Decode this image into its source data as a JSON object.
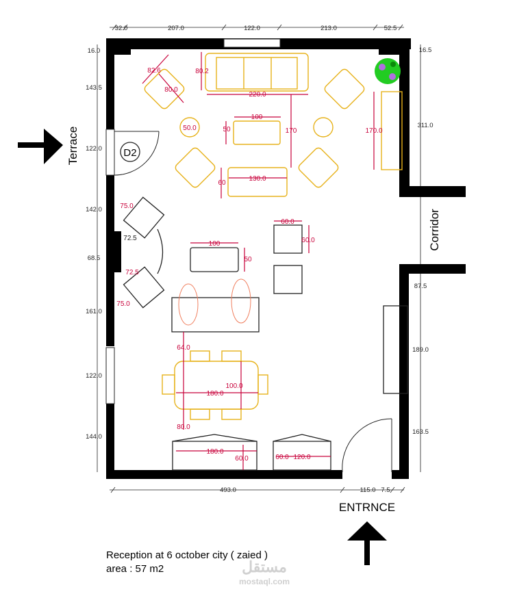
{
  "labels": {
    "terrace": "Terrace",
    "door": "D2",
    "corridor": "Corridor",
    "entrance": "ENTRNCE"
  },
  "caption": {
    "line1": "Reception at 6 october city ( zaied )",
    "line2": "area : 57 m2"
  },
  "watermark": {
    "arabic": "مستقل",
    "latin": "mostaql.com"
  },
  "dims_top": [
    "32.0",
    "207.0",
    "122.0",
    "213.0",
    "52.5"
  ],
  "dims_left": [
    "16.0",
    "143.5",
    "122.0",
    "142.0",
    "68.5",
    "161.0",
    "122.0",
    "144.0"
  ],
  "dims_right": [
    "16.5",
    "311.0",
    "87.5",
    "189.0",
    "163.5"
  ],
  "dims_bottom": [
    "493.0",
    "115.0",
    "7.5"
  ],
  "furniture_dims": [
    "82.6",
    "80.0",
    "80.2",
    "220.0",
    "100",
    "50",
    "170",
    "170.0",
    "50.0",
    "130.0",
    "60",
    "75.0",
    "72.5",
    "100",
    "50",
    "60.0",
    "60.0",
    "72.5",
    "75.0",
    "64.0",
    "100.0",
    "180.0",
    "80.0",
    "180.0",
    "60.0",
    "60.0",
    "120.0"
  ],
  "colors": {
    "wall": "#000000",
    "furniture": "#e7b21a",
    "dimension": "#c8003a",
    "people": "#f08060",
    "plant": "#22cc22"
  }
}
